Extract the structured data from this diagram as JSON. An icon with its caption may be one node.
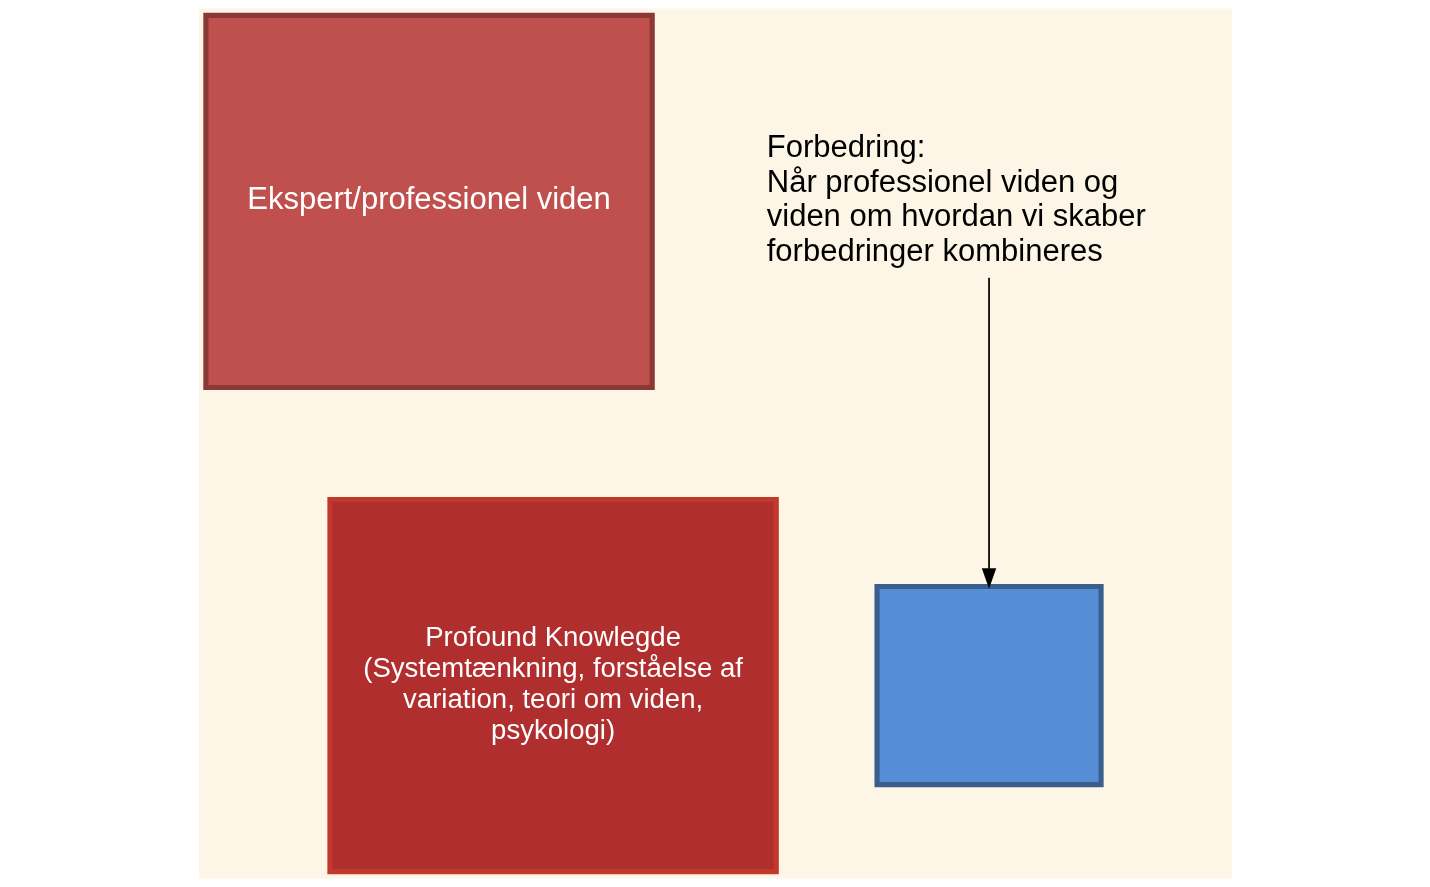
{
  "diagram": {
    "nodes": [
      {
        "text": [
          "Ekspert/professionel viden"
        ]
      },
      {
        "text": [
          "Profound Knowlegde",
          "(Systemtænkning, forståelse af variation, teori om viden, psykologi)"
        ]
      },
      {
        "text": [],
        "shape": "box"
      },
      {
        "text": [
          "Forbedring:",
          "Når professionel viden og viden om hvordan vi skaber forbedringer kombineres"
        ]
      }
    ],
    "edges": [
      {
        "from": 3,
        "to": 2,
        "arrow": "to"
      }
    ]
  }
}
